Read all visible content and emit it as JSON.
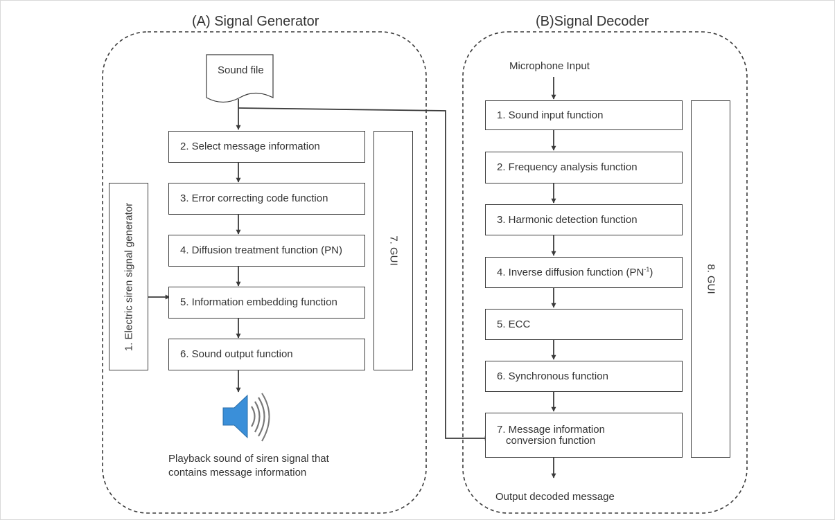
{
  "generator": {
    "title": "(A) Signal Generator",
    "sound_file": "Sound file",
    "steps": [
      "2. Select message information",
      "3. Error correcting code function",
      "4. Diffusion treatment function (PN)",
      "5. Information embedding function",
      "6. Sound output function"
    ],
    "side_generator": "1. Electric siren signal generator",
    "gui": "7. GUI",
    "playback_line1": "Playback sound of siren signal that",
    "playback_line2": "contains message information"
  },
  "decoder": {
    "title": "(B)Signal Decoder",
    "input_label": "Microphone Input",
    "steps": [
      "1. Sound input function",
      "2. Frequency analysis function",
      "3. Harmonic detection function",
      "4. Inverse diffusion function (PN",
      "5. ECC",
      "6. Synchronous function",
      "7. Message information"
    ],
    "step4_sup": "-1",
    "step4_close": ")",
    "step7_line2": "conversion function",
    "gui": "8. GUI",
    "output_label": "Output decoded message"
  },
  "colors": {
    "stroke": "#3a3a3a",
    "text": "#333333",
    "speaker_blue": "#3a8fd9",
    "speaker_gray": "#777777"
  },
  "icons": [
    "document-icon",
    "speaker-icon"
  ]
}
